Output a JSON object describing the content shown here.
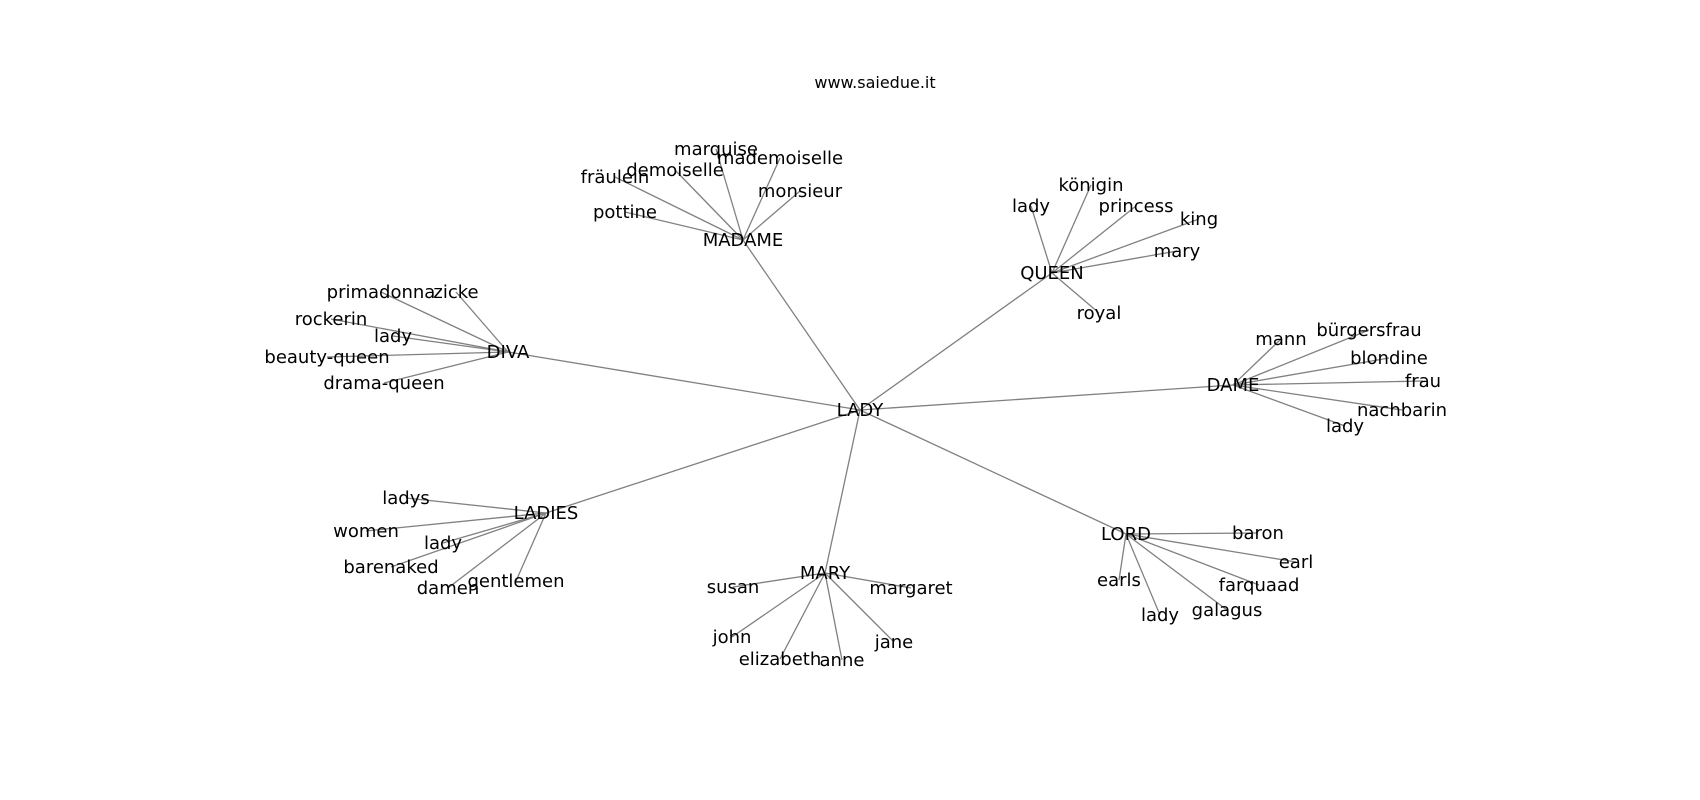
{
  "site": "www.saiedue.it",
  "colors": {
    "edge": "#808080",
    "text": "#000000",
    "background": "#ffffff"
  },
  "root": "LADY",
  "hubs": [
    {
      "id": "madame",
      "label": "MADAME",
      "leaves": [
        "marquise",
        "mademoiselle",
        "demoiselle",
        "fräulein",
        "monsieur",
        "pottine"
      ]
    },
    {
      "id": "queen",
      "label": "QUEEN",
      "leaves": [
        "königin",
        "lady",
        "princess",
        "king",
        "mary",
        "royal"
      ]
    },
    {
      "id": "diva",
      "label": "DIVA",
      "leaves": [
        "primadonna",
        "zicke",
        "rockerin",
        "lady",
        "beauty-queen",
        "drama-queen"
      ]
    },
    {
      "id": "dame",
      "label": "DAME",
      "leaves": [
        "mann",
        "bürgersfrau",
        "blondine",
        "frau",
        "nachbarin",
        "lady"
      ]
    },
    {
      "id": "ladies",
      "label": "LADIES",
      "leaves": [
        "ladys",
        "women",
        "lady",
        "barenaked",
        "damen",
        "gentlemen"
      ]
    },
    {
      "id": "mary",
      "label": "MARY",
      "leaves": [
        "susan",
        "margaret",
        "john",
        "elizabeth",
        "anne",
        "jane"
      ]
    },
    {
      "id": "lord",
      "label": "LORD",
      "leaves": [
        "baron",
        "earl",
        "earls",
        "farquaad",
        "galagus",
        "lady"
      ]
    }
  ]
}
